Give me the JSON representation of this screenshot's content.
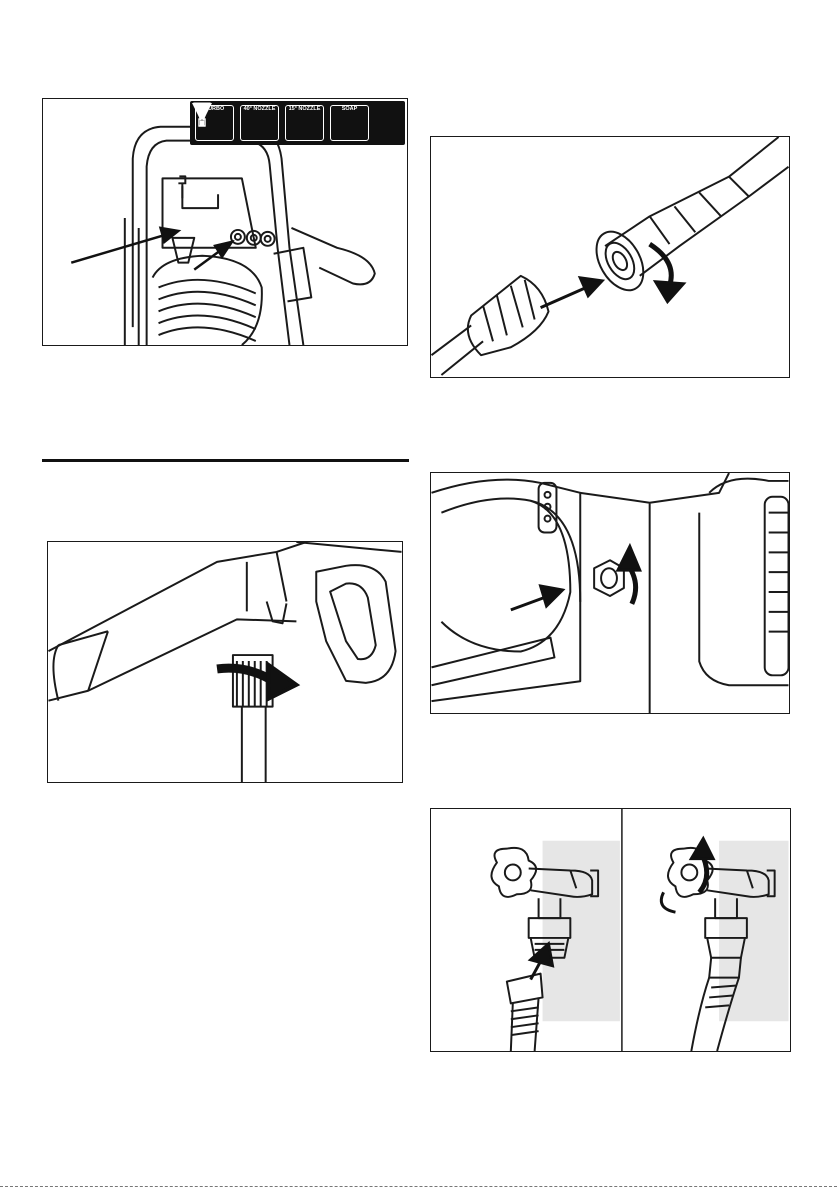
{
  "nozzle_strip": {
    "nozzles": [
      {
        "label": "TURBO"
      },
      {
        "label": "40° NOZZLE"
      },
      {
        "label": "15° NOZZLE"
      },
      {
        "label": "SOAP"
      }
    ]
  },
  "figures": {
    "fig1": {
      "name": "nozzle-holder-illustration"
    },
    "fig2": {
      "name": "spray-gun-hose-connection-illustration"
    },
    "fig3": {
      "name": "wand-extension-connection-illustration"
    },
    "fig4": {
      "name": "pump-outlet-connection-illustration"
    },
    "fig5": {
      "name": "garden-tap-connection-illustration"
    }
  },
  "colors": {
    "line": "#1a1a1a",
    "arrow": "#111111",
    "shade": "#e6e6e6"
  }
}
